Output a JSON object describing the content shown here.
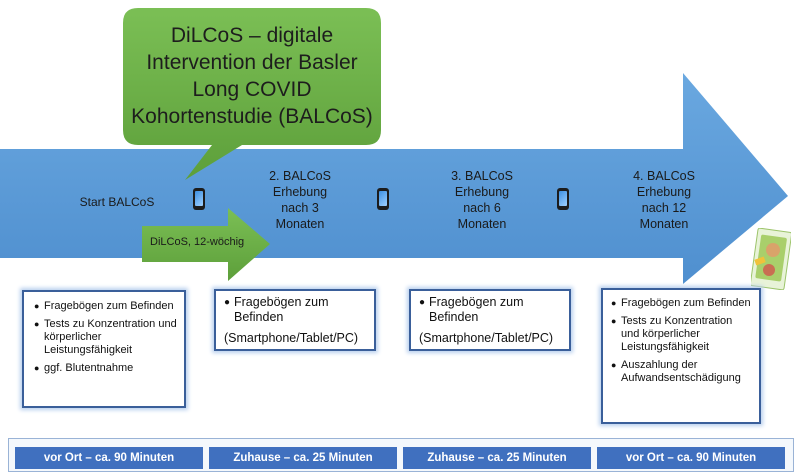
{
  "callout": {
    "title_lines": [
      "DiLCoS – digitale",
      "Intervention der Basler",
      "Long COVID",
      "Kohortenstudie (BALCoS)"
    ]
  },
  "timeline": {
    "start_label": "Start BALCoS",
    "dilcos_label": "DiLCoS, 12-wöchig",
    "stages": [
      {
        "lines": [
          "2. BALCoS",
          "Erhebung",
          "nach 3",
          "Monaten"
        ]
      },
      {
        "lines": [
          "3. BALCoS",
          "Erhebung",
          "nach 6",
          "Monaten"
        ]
      },
      {
        "lines": [
          "4. BALCoS",
          "Erhebung",
          "nach 12",
          "Monaten"
        ]
      }
    ]
  },
  "boxes": [
    {
      "items": [
        "Fragebögen zum Befinden",
        "Tests zu Konzentration und körperlicher Leistungsfähigkeit",
        "ggf. Blutentnahme"
      ]
    },
    {
      "items": [
        "Fragebögen zum Befinden",
        "(Smartphone/Tablet/PC)"
      ]
    },
    {
      "items": [
        "Fragebögen zum Befinden",
        "(Smartphone/Tablet/PC)"
      ]
    },
    {
      "items": [
        "Fragebögen zum Befinden",
        "Tests zu Konzentration und körperlicher Leistungsfähigkeit",
        "Auszahlung der Aufwandsentschädigung"
      ]
    }
  ],
  "footer": {
    "segments": [
      "vor Ort – ca. 90 Minuten",
      "Zuhause – ca. 25 Minuten",
      "Zuhause – ca. 25 Minuten",
      "vor Ort – ca. 90 Minuten"
    ]
  },
  "colors": {
    "arrow_blue": "#5b9bd5",
    "green": "#6aad45",
    "footer_blue": "#4070bf",
    "box_border": "#3a5f9a"
  },
  "icons": [
    "smartphone-icon",
    "banknote-icon"
  ]
}
